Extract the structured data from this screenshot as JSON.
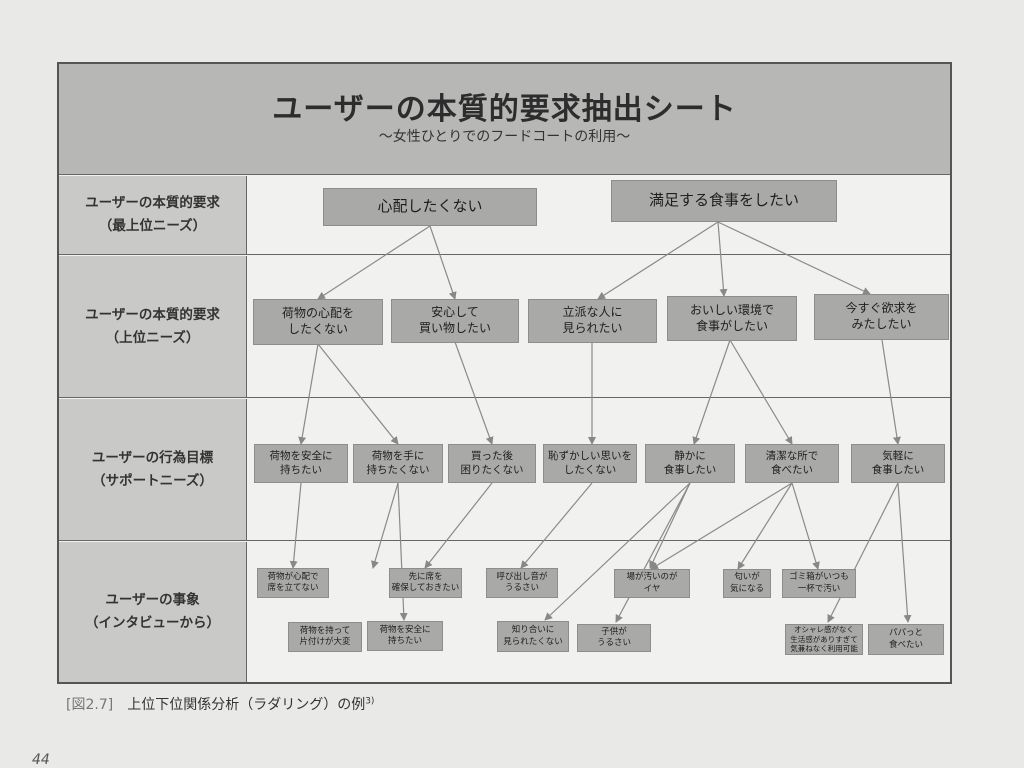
{
  "sheet": {
    "title": "ユーザーの本質的要求抽出シート",
    "subtitle": "〜女性ひとりでのフードコートの利用〜"
  },
  "rows": [
    {
      "line1": "ユーザーの本質的要求",
      "line2": "（最上位ニーズ）"
    },
    {
      "line1": "ユーザーの本質的要求",
      "line2": "（上位ニーズ）"
    },
    {
      "line1": "ユーザーの行為目標",
      "line2": "（サポートニーズ）"
    },
    {
      "line1": "ユーザーの事象",
      "line2": "（インタビューから）"
    }
  ],
  "nodes": {
    "t1": "心配したくない",
    "t2": "満足する食事をしたい",
    "u1": "荷物の心配を\nしたくない",
    "u2": "安心して\n買い物したい",
    "u3": "立派な人に\n見られたい",
    "u4": "おいしい環境で\n食事がしたい",
    "u5": "今すぐ欲求を\nみたしたい",
    "s1": "荷物を安全に\n持ちたい",
    "s2": "荷物を手に\n持ちたくない",
    "s3": "買った後\n困りたくない",
    "s4": "恥ずかしい思いを\nしたくない",
    "s5": "静かに\n食事したい",
    "s6": "清潔な所で\n食べたい",
    "s7": "気軽に\n食事したい",
    "e1": "荷物が心配で\n席を立てない",
    "e2": "先に席を\n確保しておきたい",
    "e3": "呼び出し音が\nうるさい",
    "e4": "場が汚いのが\nイヤ",
    "e5": "匂いが\n気になる",
    "e6": "ゴミ箱がいつも\n一杯で汚い",
    "e7": "荷物を持って\n片付けが大変",
    "e8": "荷物を安全に\n持ちたい",
    "e9": "知り合いに\n見られたくない",
    "e10": "子供が\nうるさい",
    "e11": "オシャレ感がなく\n生活感がありすぎて\n気兼ねなく利用可能",
    "e12": "パパっと\n食べたい"
  },
  "caption": {
    "figure": "[図2.7]",
    "text": "上位下位関係分析（ラダリング）の例",
    "ref": "3)"
  },
  "page_number": "44",
  "colors": {
    "title_band": "#b7b7b5",
    "node_fill": "#a9a9a7",
    "arrow": "#888888",
    "background": "#f1f1ef"
  }
}
